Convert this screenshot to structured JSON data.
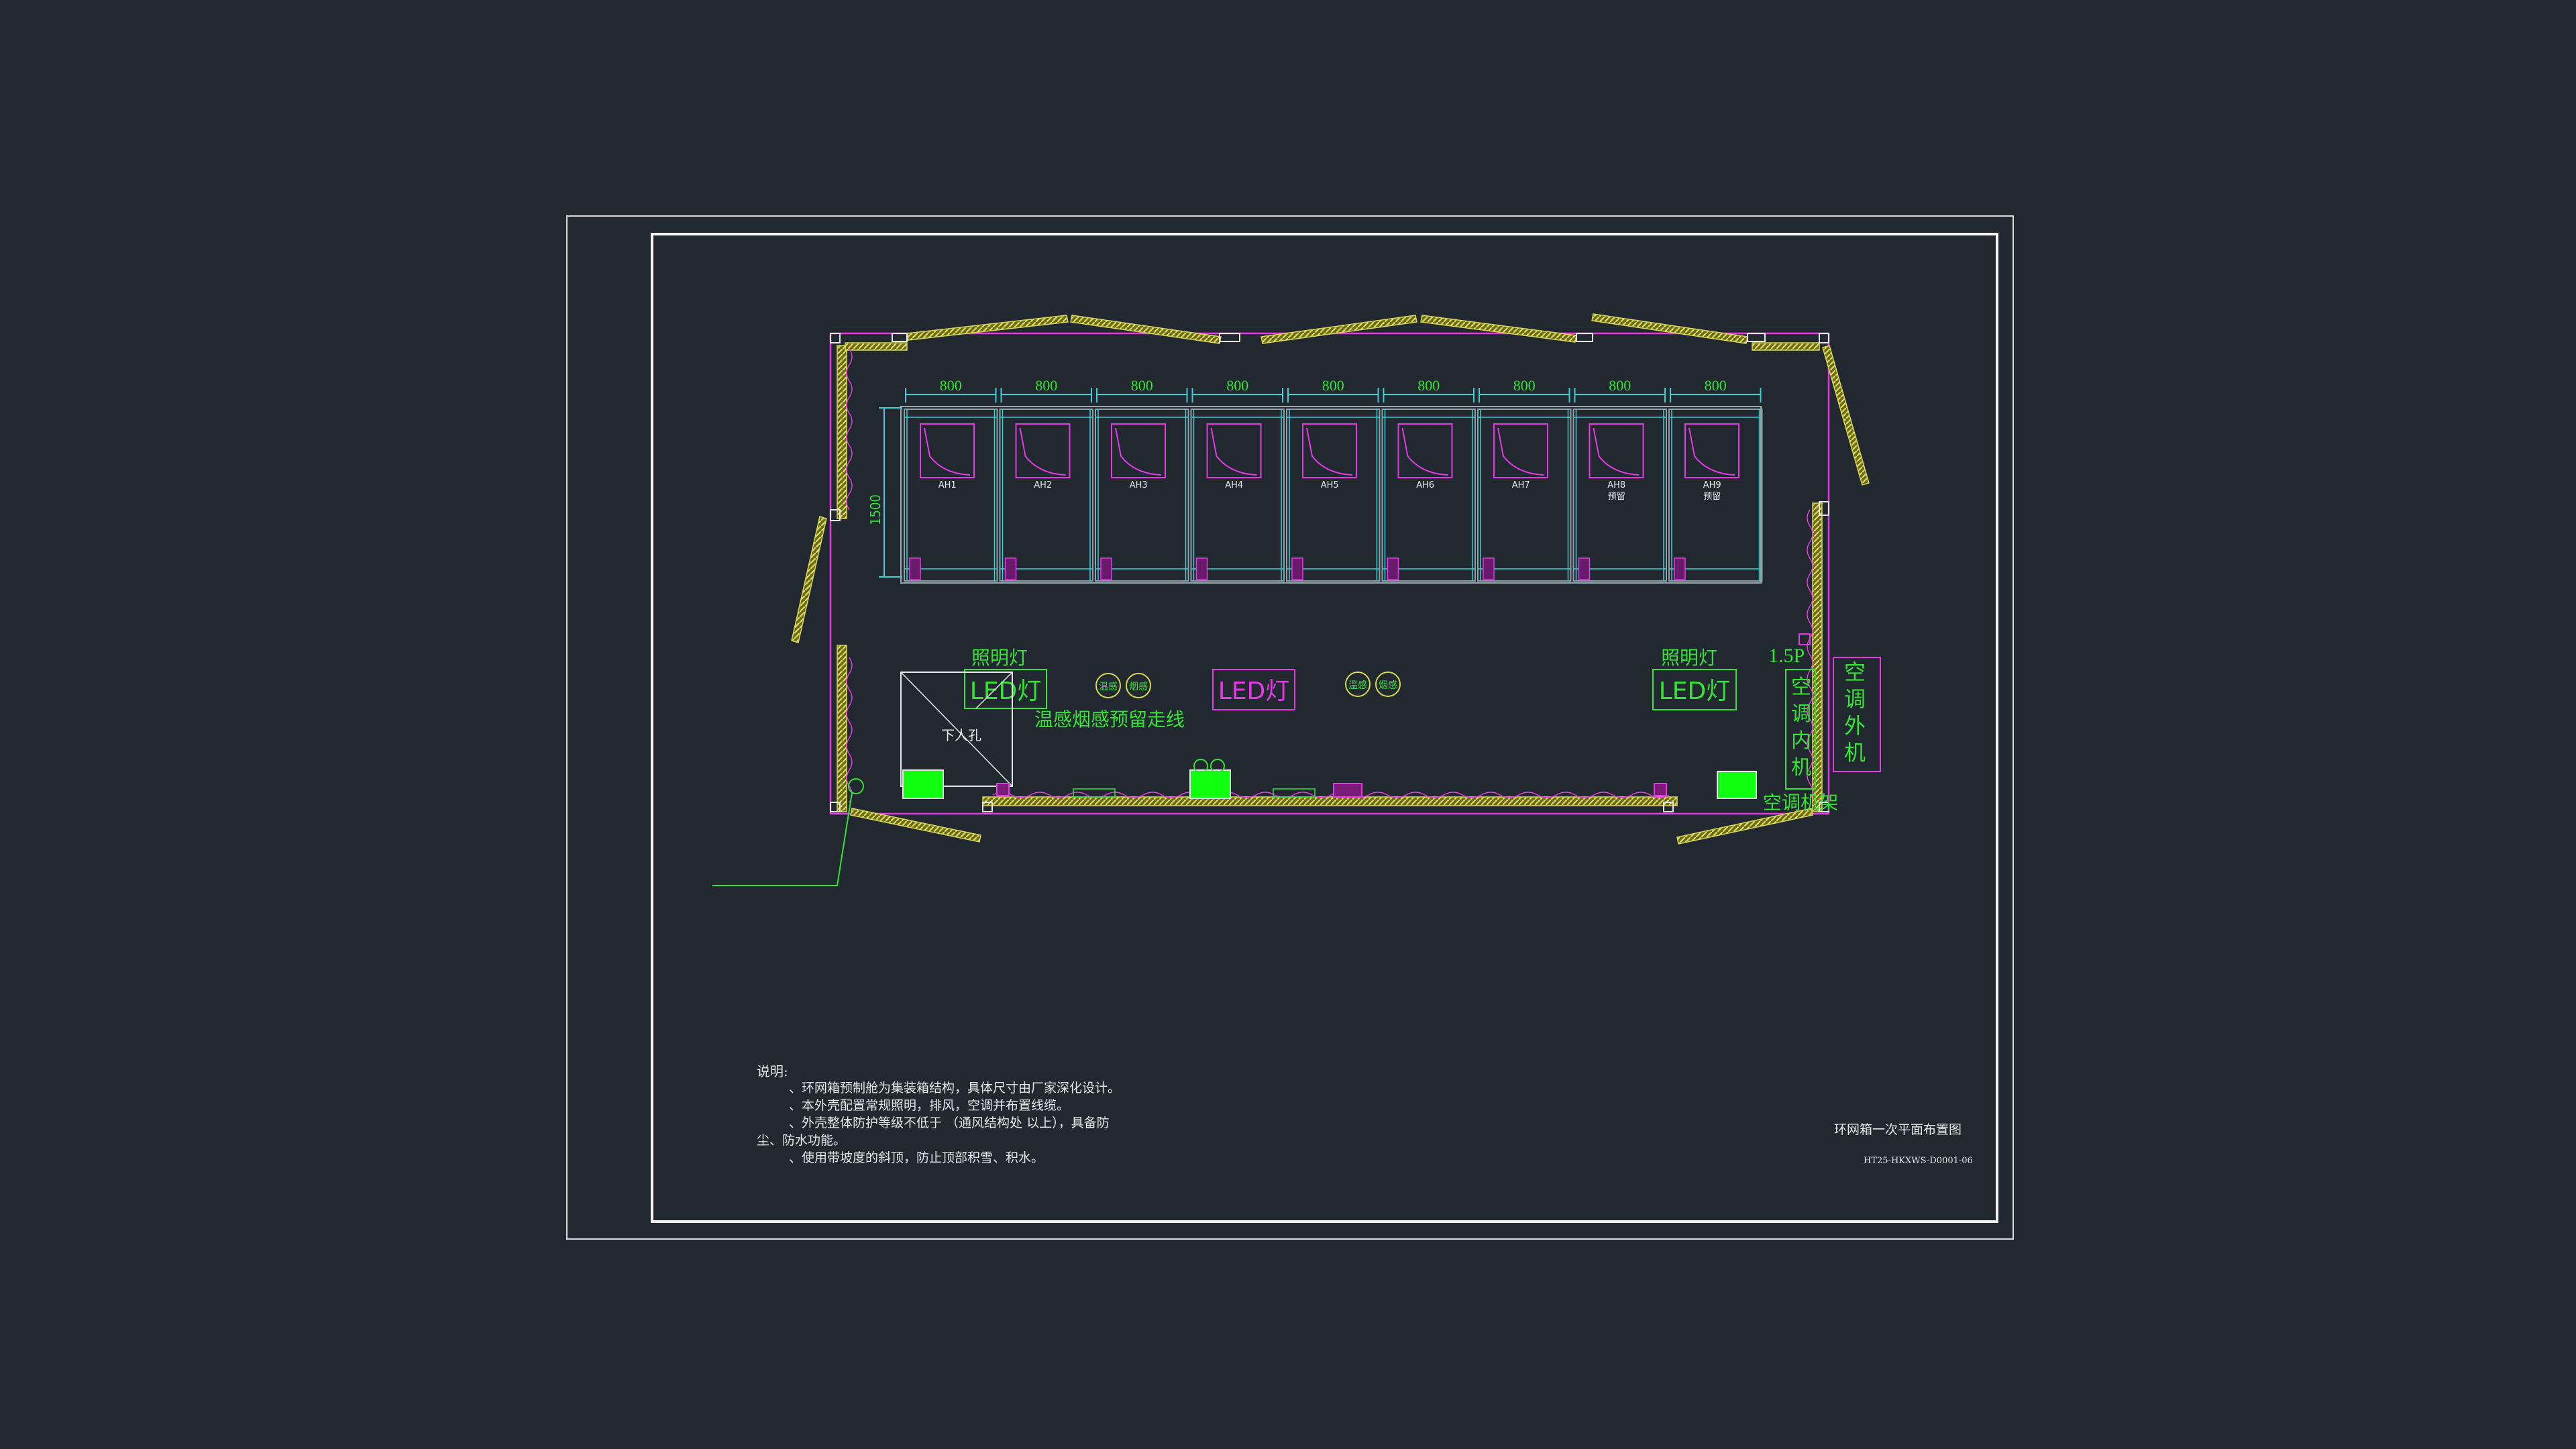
{
  "cabinet_width_dim": "800",
  "cabinet_depth_dim": "1500",
  "cabinets": [
    {
      "label": "AH1",
      "note": ""
    },
    {
      "label": "AH2",
      "note": ""
    },
    {
      "label": "AH3",
      "note": ""
    },
    {
      "label": "AH4",
      "note": ""
    },
    {
      "label": "AH5",
      "note": ""
    },
    {
      "label": "AH6",
      "note": ""
    },
    {
      "label": "AH7",
      "note": ""
    },
    {
      "label": "AH8",
      "note": "预留"
    },
    {
      "label": "AH9",
      "note": "预留"
    }
  ],
  "lights": {
    "left_label": "照明灯",
    "left_lamp": "LED灯",
    "center_lamp": "LED灯",
    "right_label": "照明灯",
    "right_lamp": "LED灯"
  },
  "sensors": {
    "temp": "温感",
    "smoke": "烟感",
    "wiring_note": "温感烟感预留走线"
  },
  "manhole": "下人孔",
  "ac": {
    "capacity": "1.5P",
    "indoor": "空调内机",
    "outdoor": "空调外机",
    "bracket": "空调机架"
  },
  "notes": {
    "heading": "说明:",
    "lines": [
      "、环网箱预制舱为集装箱结构，具体尺寸由厂家深化设计。",
      "、本外壳配置常规照明，排风，空调并布置线缆。",
      "、外壳整体防护等级不低于        （通风结构处        以上），具备防",
      "尘、防水功能。",
      "、使用带坡度的斜顶，防止顶部积雪、积水。"
    ]
  },
  "title_block": {
    "title": "环网箱一次平面布置图",
    "code": "HT25-HKXWS-D0001-06"
  },
  "colors": {
    "background": "#212830",
    "frame": "#e6e6e6",
    "wall_hatch": "#c8c84a",
    "cyan": "#3ecfd6",
    "green": "#35e235",
    "magenta": "#e33ae3",
    "bright_green": "#10ff10"
  }
}
